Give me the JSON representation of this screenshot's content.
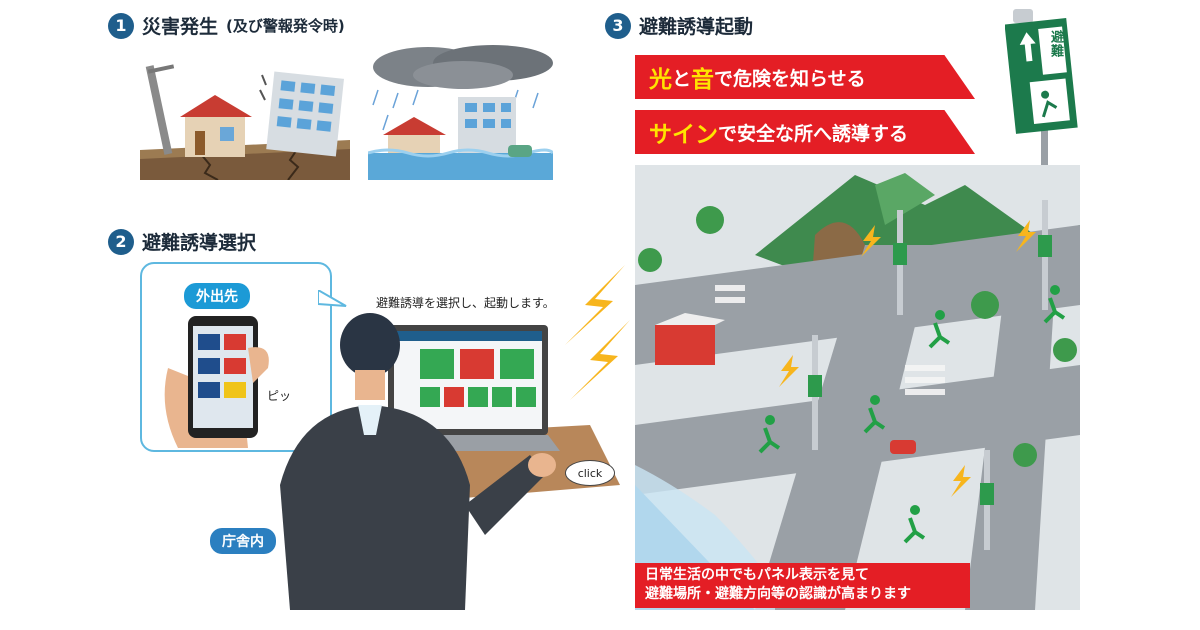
{
  "steps": {
    "step1": {
      "number": "1",
      "title": "災害発生",
      "subtitle": "(及び警報発令時)"
    },
    "step2": {
      "number": "2",
      "title": "避難誘導選択"
    },
    "step3": {
      "number": "3",
      "title": "避難誘導起動"
    }
  },
  "bubble": {
    "place_label": "外出先",
    "sound_label": "ピッ"
  },
  "office_label": "庁舎内",
  "laptop_caption": "避難誘導を選択し、起動します。",
  "click_label": "click",
  "banners": [
    {
      "em1": "光",
      "mid": "と",
      "em2": "音",
      "rest": "で危険を知らせる"
    },
    {
      "em1": "サイン",
      "mid": "",
      "em2": "",
      "rest": "で安全な所へ誘導する"
    }
  ],
  "sign_text": "避難",
  "bottom_text": {
    "line1": "日常生活の中でもパネル表示を見て",
    "line2": "避難場所・避難方向等の認識が高まります"
  },
  "colors": {
    "accent_red": "#e41e25",
    "step_blue": "#1f5e8c",
    "pill_blue": "#1c9ad6",
    "highlight_yellow": "#ffe400"
  }
}
